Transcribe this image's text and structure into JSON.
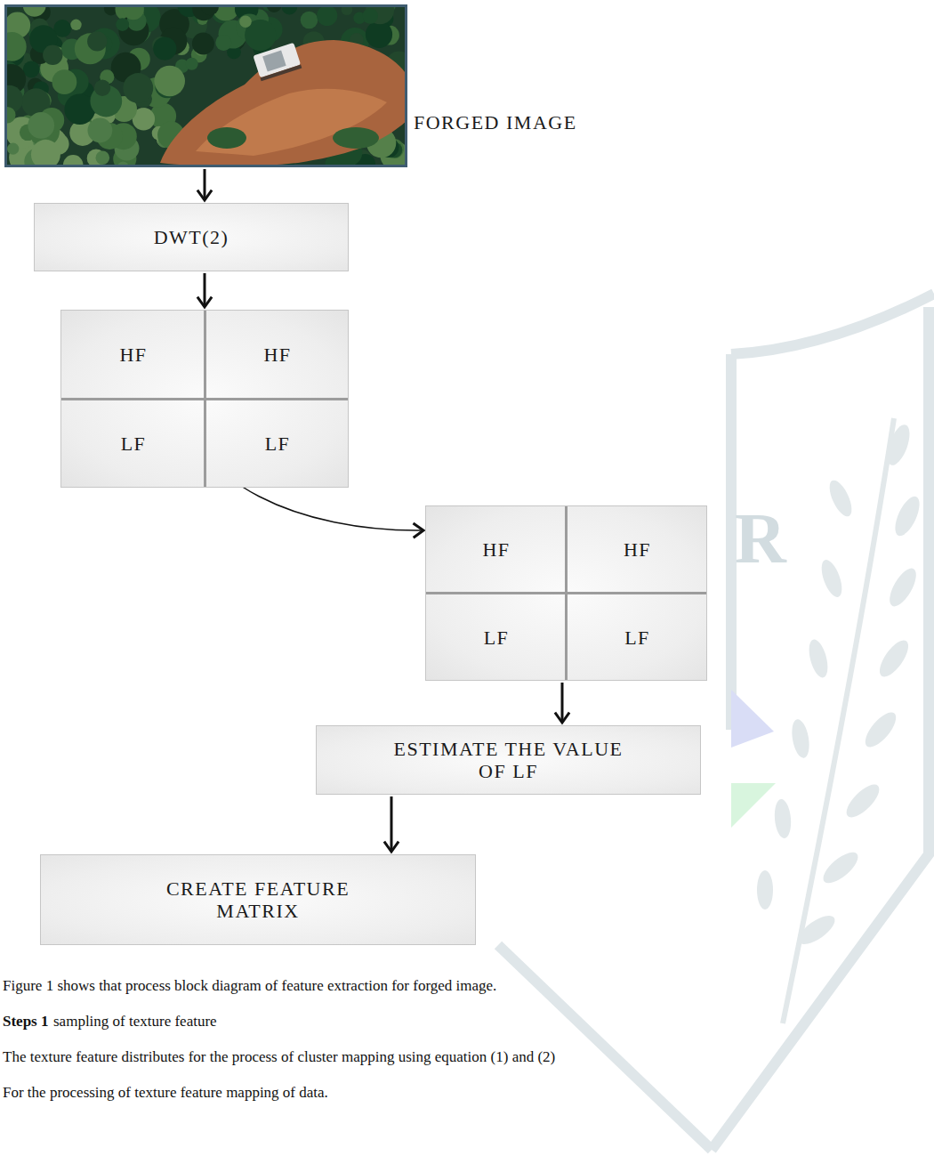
{
  "diagram": {
    "caption": "Figure 1 shows that process block diagram of feature extraction for forged image.",
    "nodes": [
      {
        "text": [
          "FORGED IMAGE"
        ]
      },
      {
        "text": [
          "DWT(2)"
        ]
      },
      {
        "text": []
      },
      {
        "text": [
          "HF"
        ],
        "in": 2
      },
      {
        "text": [
          "HF"
        ],
        "in": 2
      },
      {
        "text": [
          "LF"
        ],
        "in": 2
      },
      {
        "text": [
          "LF"
        ],
        "in": 2
      },
      {
        "text": []
      },
      {
        "text": [
          "HF"
        ],
        "in": 7
      },
      {
        "text": [
          "HF"
        ],
        "in": 7
      },
      {
        "text": [
          "LF"
        ],
        "in": 7
      },
      {
        "text": [
          "LF"
        ],
        "in": 7
      },
      {
        "text": [
          "ESTIMATE THE VALUE OF LF"
        ]
      },
      {
        "text": [
          "CREATE FEATURE MATRIX"
        ]
      }
    ],
    "edges": [
      {
        "from": 0,
        "to": 1,
        "arrow": "to"
      },
      {
        "from": 1,
        "to": 2,
        "arrow": "to"
      },
      {
        "from": 3,
        "to": 7,
        "arrow": "to"
      },
      {
        "from": 7,
        "to": 12,
        "arrow": "to"
      },
      {
        "from": 12,
        "to": 13,
        "arrow": "to"
      }
    ],
    "labels": [
      "Steps 1",
      "sampling of texture feature",
      "The texture feature distributes for the process of cluster mapping using equation (1) and (2)",
      "For the processing of texture feature mapping of data.",
      "R"
    ]
  }
}
